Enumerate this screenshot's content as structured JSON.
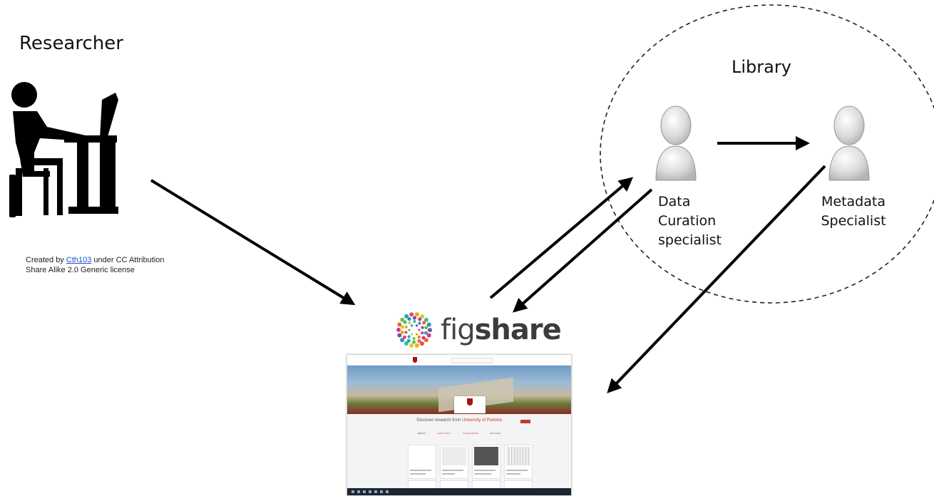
{
  "researcher": {
    "title": "Researcher",
    "credit_prefix": "Created by ",
    "credit_link": "Cth103",
    "credit_suffix": " under CC Attribution Share Alike 2.0 Generic license"
  },
  "library": {
    "title": "Library",
    "data_curation_label": "Data\nCuration\nspecialist",
    "metadata_label": "Metadata\nSpecialist"
  },
  "figshare": {
    "logo_light": "fig",
    "logo_bold": "share",
    "portal": {
      "discover_prefix": "Discover research from ",
      "discover_org": "University of Pretoria",
      "tabs": [
        "ABOUT",
        "SPOTLIGHT",
        "CATEGORIES",
        "BROWSE"
      ]
    }
  },
  "colors": {
    "arrow": "#000000",
    "dashed_circle": "#222222",
    "person_fill": "#d9d9d9",
    "figshare_accent": "#c0392b"
  }
}
